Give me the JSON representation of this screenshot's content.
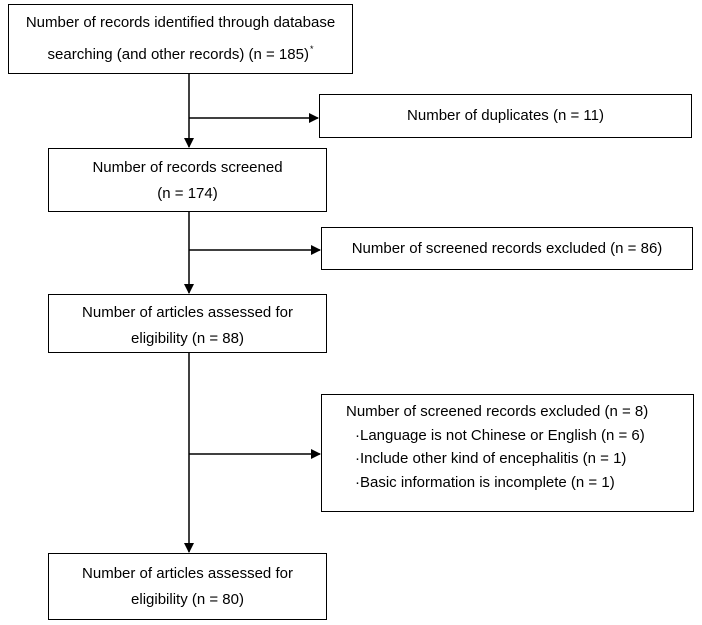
{
  "diagram": {
    "box1": {
      "line1": "Number of records identified through database",
      "line2": "searching (and other records) (n = 185)",
      "sup": "*"
    },
    "box2": {
      "line1": "Number of duplicates (n = 11)"
    },
    "box3": {
      "line1": "Number of records screened",
      "line2": "(n = 174)"
    },
    "box4": {
      "line1": "Number of screened records excluded (n = 86)"
    },
    "box5": {
      "line1": "Number of articles assessed for",
      "line2": "eligibility (n = 88)"
    },
    "box6": {
      "title": "Number of screened records excluded (n = 8)",
      "items": [
        "·Language is not Chinese or English (n = 6)",
        "·Include other kind of encephalitis (n = 1)",
        "·Basic information is incomplete (n = 1)"
      ]
    },
    "box7": {
      "line1": "Number of articles assessed for",
      "line2": "eligibility (n = 80)"
    }
  }
}
